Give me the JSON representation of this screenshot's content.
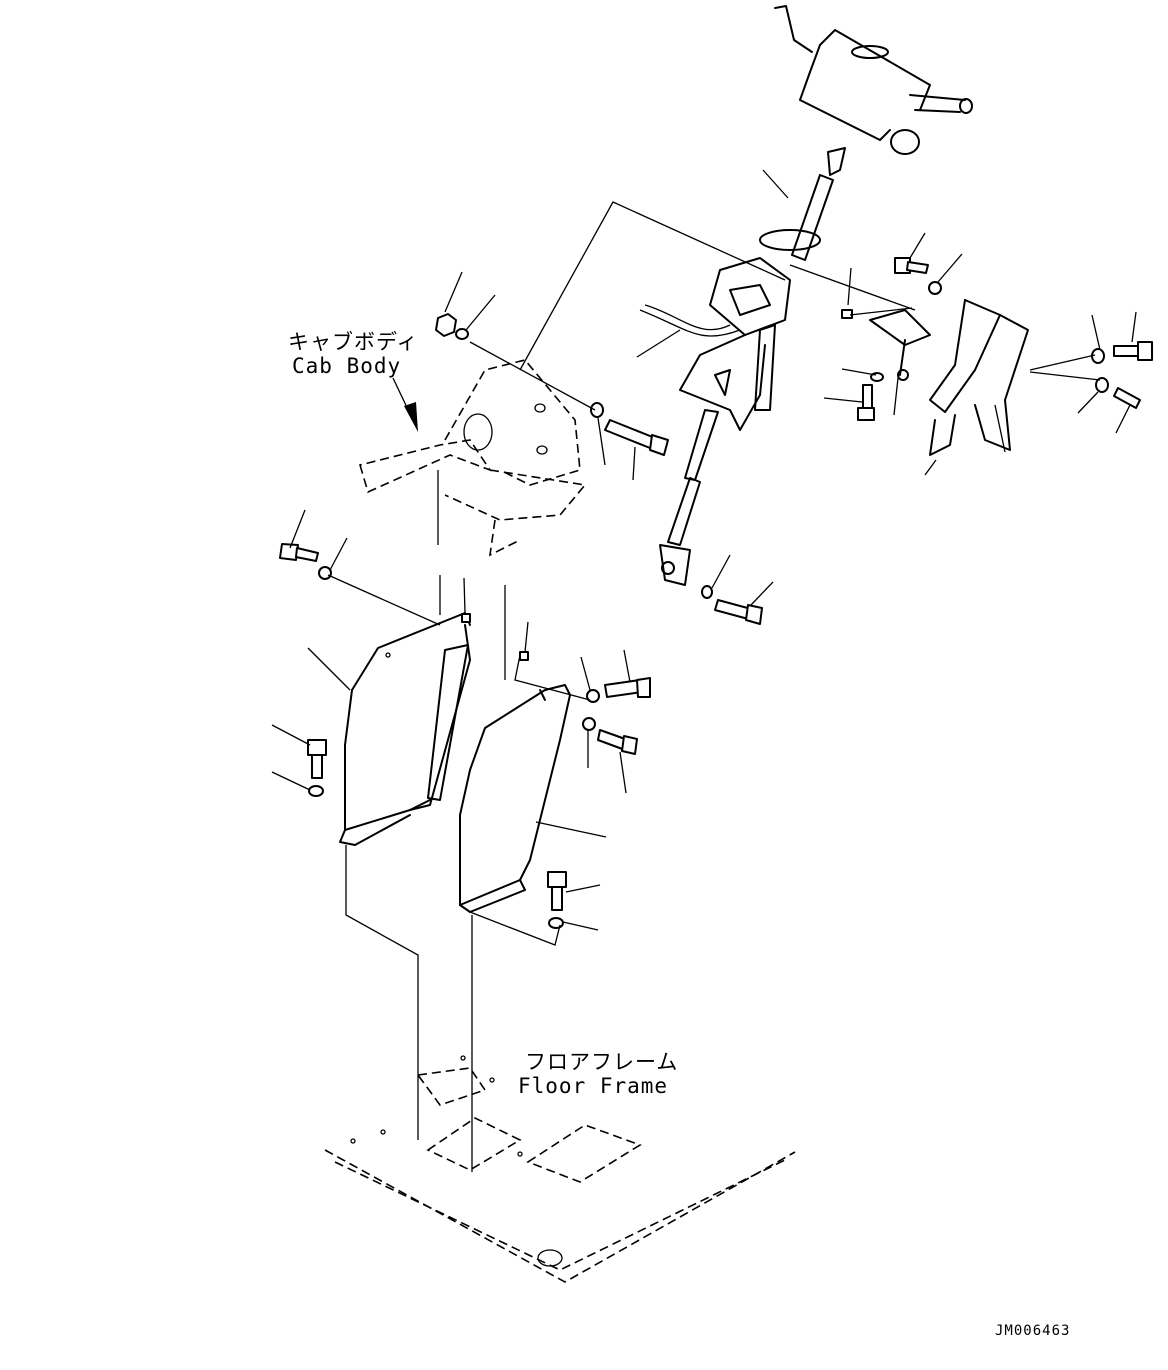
{
  "labels": {
    "cab_body_jp": "キャブボディ",
    "cab_body_en": "Cab Body",
    "floor_frame_jp": "フロアフレーム",
    "floor_frame_en": "Floor Frame",
    "drawing_number": "JM006463"
  }
}
